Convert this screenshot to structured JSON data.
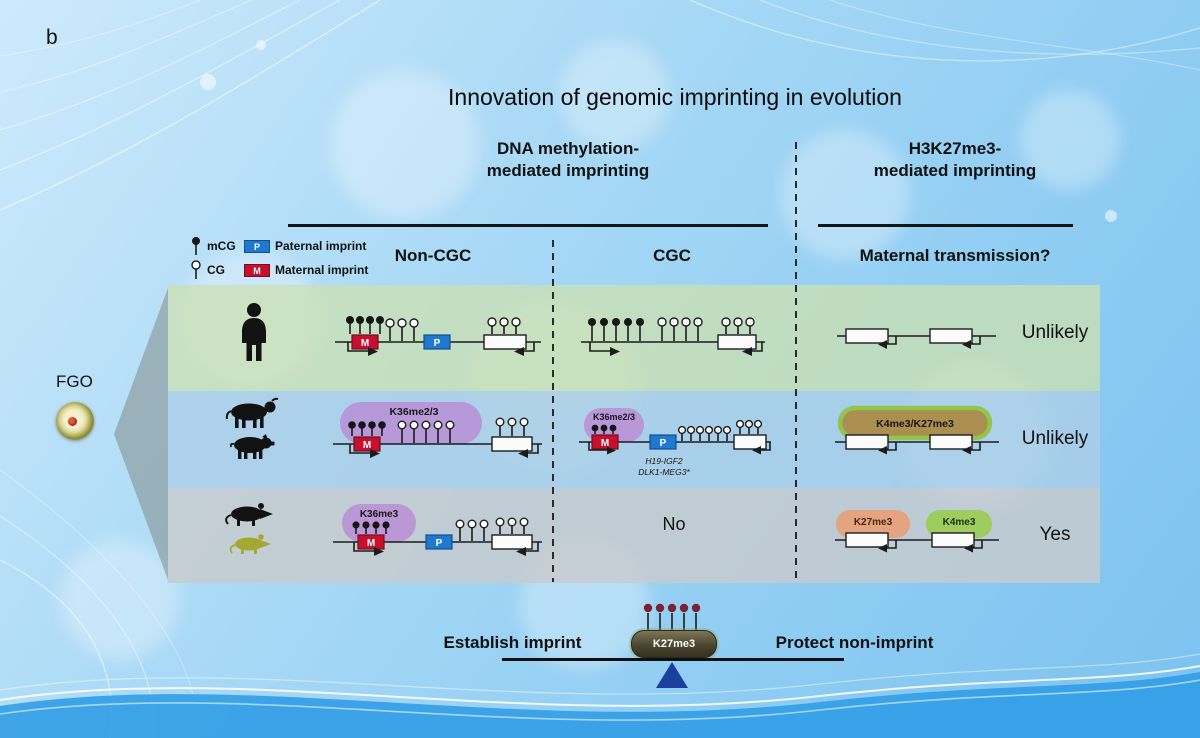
{
  "panel_label": "b",
  "title": "Innovation of genomic imprinting in evolution",
  "headers": {
    "dna_methylation": "DNA methylation-\nmediated imprinting",
    "h3k27me3": "H3K27me3-\nmediated imprinting",
    "non_cgc": "Non-CGC",
    "cgc": "CGC",
    "maternal_transmission": "Maternal transmission?"
  },
  "legend": {
    "mcg_label": "mCG",
    "cg_label": "CG",
    "paternal_label": "Paternal imprint",
    "maternal_label": "Maternal imprint",
    "paternal_letter": "P",
    "maternal_letter": "M"
  },
  "fgo_label": "FGO",
  "rows": {
    "human": {
      "verdict": "Unlikely"
    },
    "cow_pig": {
      "non_cgc_mark": "K36me2/3",
      "cgc_mark": "K36me2/3",
      "cgc_gene_line1": "H19-IGF2",
      "cgc_gene_line2": "DLK1-MEG3*",
      "h3k27_mark": "K4me3/K27me3",
      "verdict": "Unlikely"
    },
    "rat_mouse": {
      "non_cgc_mark": "K36me3",
      "cgc_text": "No",
      "h3k27_mark_left": "K27me3",
      "h3k27_mark_right": "K4me3",
      "verdict": "Yes"
    }
  },
  "balance": {
    "left_label": "Establish imprint",
    "right_label": "Protect non-imprint",
    "center_mark": "K27me3"
  },
  "colors": {
    "row_green": "#cce0b0",
    "row_blue": "#adceE7",
    "row_gray": "#c9cbcc",
    "maternal_red": "#c8102e",
    "paternal_blue": "#2079d0",
    "k36_purple": "#b98fd6",
    "k27_orange": "#e8a178",
    "k4_green": "#9ccb58",
    "k4k27_brown": "#ab8a44",
    "balance_triangle": "#1d3e9e"
  }
}
